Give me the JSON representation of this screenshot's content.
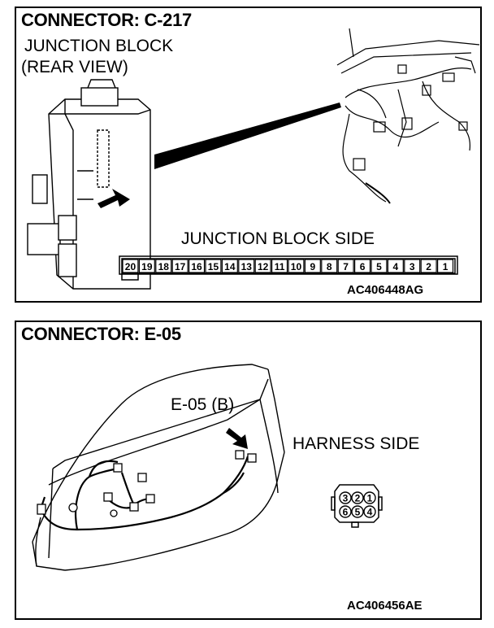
{
  "panel1": {
    "title": "CONNECTOR: C-217",
    "subtitle_line1": "JUNCTION BLOCK",
    "subtitle_line2": "(REAR VIEW)",
    "side_label": "JUNCTION BLOCK SIDE",
    "pins": [
      "20",
      "19",
      "18",
      "17",
      "16",
      "15",
      "14",
      "13",
      "12",
      "11",
      "10",
      "9",
      "8",
      "7",
      "6",
      "5",
      "4",
      "3",
      "2",
      "1"
    ],
    "code": "AC406448AG"
  },
  "panel2": {
    "title": "CONNECTOR: E-05",
    "callout": "E-05 (B)",
    "side_label": "HARNESS SIDE",
    "pins_top": [
      "3",
      "2",
      "1"
    ],
    "pins_bottom": [
      "6",
      "5",
      "4"
    ],
    "code": "AC406456AE"
  }
}
